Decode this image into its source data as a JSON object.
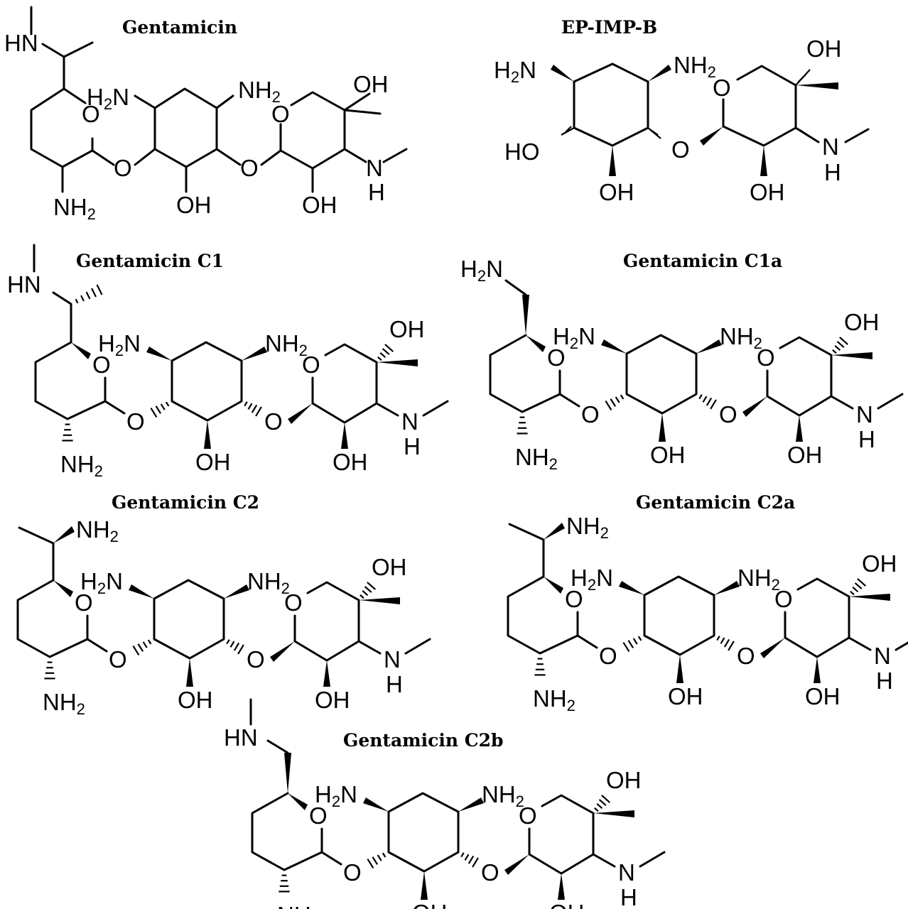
{
  "structures": [
    {
      "id": "gentamicin",
      "name": "Gentamicin",
      "labels": {
        "n_left": "HN",
        "o_ring1": "O",
        "nh2_ring1": "NH2",
        "h2n_ring2": "H2N",
        "nh2_ring2": "NH2",
        "o_link1": "O",
        "o_link2": "O",
        "oh_ring2": "OH",
        "o_ring3": "O",
        "oh_top": "OH",
        "oh_bottom": "OH",
        "n_methyl": "N",
        "h_methyl": "H"
      }
    },
    {
      "id": "ep-imp-b",
      "name": "EP-IMP-B",
      "labels": {
        "h2n_left": "H2N",
        "nh2_right": "NH2",
        "ho_left": "HO",
        "o_link": "O",
        "oh_bottom1": "OH",
        "o_ring": "O",
        "oh_top": "OH",
        "oh_bottom2": "OH",
        "n_methyl": "N",
        "h_methyl": "H"
      }
    },
    {
      "id": "gentamicin-c1",
      "name": "Gentamicin C1"
    },
    {
      "id": "gentamicin-c1a",
      "name": "Gentamicin C1a"
    },
    {
      "id": "gentamicin-c2",
      "name": "Gentamicin C2"
    },
    {
      "id": "gentamicin-c2a",
      "name": "Gentamicin C2a"
    },
    {
      "id": "gentamicin-c2b",
      "name": "Gentamicin C2b"
    }
  ],
  "common_labels": {
    "hn": "HN",
    "h2n": "H2N",
    "nh2": "NH2",
    "o": "O",
    "oh": "OH",
    "n": "N",
    "h": "H"
  }
}
